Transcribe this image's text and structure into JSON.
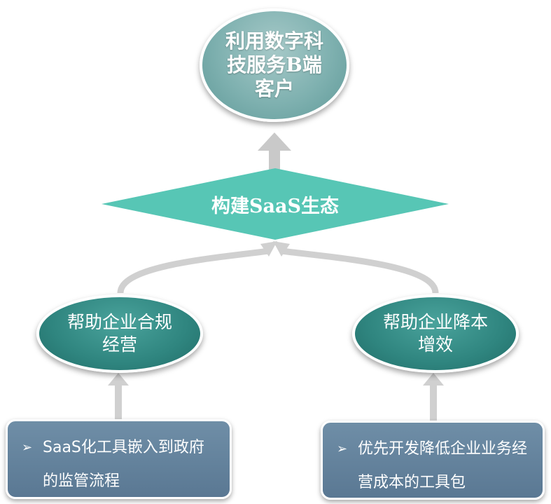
{
  "top_goal": {
    "text": "利用数字科技服务B端客户"
  },
  "center": {
    "text": "构建SaaS生态"
  },
  "left_node": {
    "text": "帮助企业合规经营"
  },
  "right_node": {
    "text": "帮助企业降本增效"
  },
  "left_box": {
    "bullet": "➢",
    "text": "SaaS化工具嵌入到政府的监管流程"
  },
  "right_box": {
    "bullet": "➢",
    "text": "优先开发降低企业业务经营成本的工具包"
  },
  "colors": {
    "top_goal_fill": "#7fb1b0",
    "center_fill": "#57c6b5",
    "node_fill": "#2f857f",
    "box_fill": "#647f99",
    "arrow": "#c9c9c9"
  }
}
